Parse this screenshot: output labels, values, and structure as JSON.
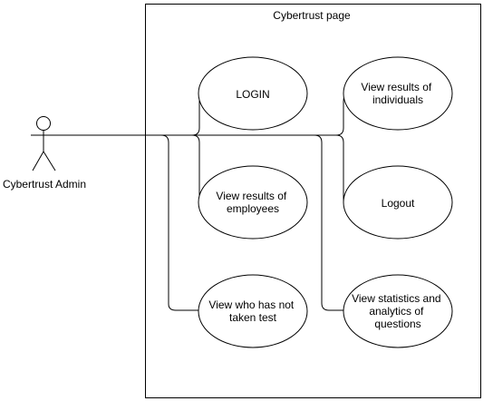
{
  "boundary": {
    "title": "Cybertrust page"
  },
  "actor": {
    "name": "Cybertrust Admin"
  },
  "use_cases": [
    {
      "id": "login",
      "lines": [
        "LOGIN"
      ]
    },
    {
      "id": "view-results-individuals",
      "lines": [
        "View results of",
        "individuals"
      ]
    },
    {
      "id": "view-results-employees",
      "lines": [
        "View results of",
        "employees"
      ]
    },
    {
      "id": "logout",
      "lines": [
        "Logout"
      ]
    },
    {
      "id": "view-who-not-taken-test",
      "lines": [
        "View who has not",
        "taken test"
      ]
    },
    {
      "id": "view-statistics-analytics",
      "lines": [
        "View statistics and",
        "analytics of",
        "questions"
      ]
    }
  ]
}
